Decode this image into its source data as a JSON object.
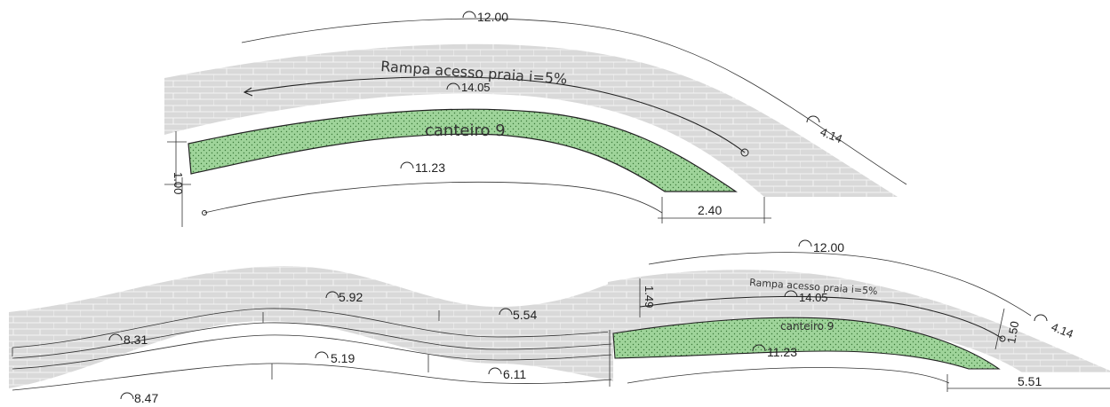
{
  "colors": {
    "paving": "#d9d9d9",
    "paving_joint": "#ffffff",
    "planter": "#9fd49a",
    "planter_dots": "#3c7a3a",
    "ink": "#222222"
  },
  "top_plan": {
    "ramp_label": "Rampa acesso praia i=5%",
    "planter_label": "canteiro 9",
    "dims": {
      "outer_arc": "12.00",
      "ramp_arc": "14.05",
      "end_arc": "4.14",
      "inner_arc": "11.23",
      "offset": "2.40",
      "width": "1.00"
    }
  },
  "bottom_plan": {
    "ramp_label": "Rampa acesso praia i=5%",
    "planter_label": "canteiro 9",
    "dims": {
      "outer_arc": "12.00",
      "ramp_arc": "14.05",
      "end_arc": "4.14",
      "inner_arc": "11.23",
      "offset": "5.51",
      "width_left": "1.49",
      "width_right": "1.50",
      "wave_arc_1": "5.92",
      "wave_arc_2": "5.54",
      "wave_arc_3": "8.31",
      "wave_arc_4": "5.19",
      "wave_arc_5": "6.11",
      "wave_arc_6": "8.47"
    }
  }
}
